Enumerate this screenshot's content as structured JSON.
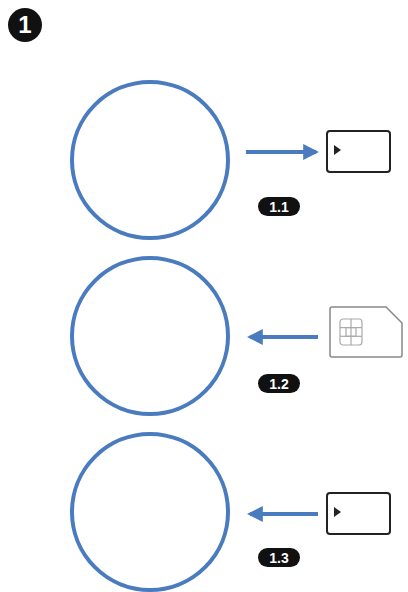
{
  "diagram": {
    "nodes": [
      {
        "text": [
          "1"
        ]
      },
      {
        "text": [
          "1.1"
        ]
      },
      {
        "text": [
          "1.2"
        ]
      },
      {
        "text": [
          "1.3"
        ]
      }
    ]
  }
}
